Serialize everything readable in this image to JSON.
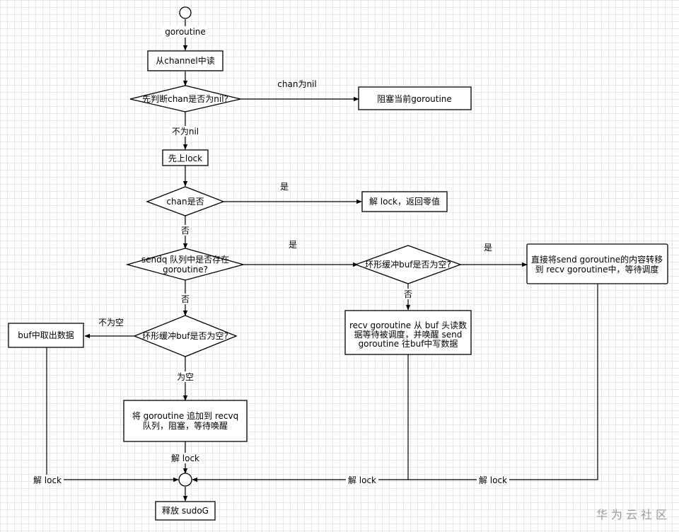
{
  "nodes": {
    "start_label": "goroutine",
    "read_channel": "从channel中读",
    "check_nil": "先判断chan是否为nil?",
    "block_current": "阻塞当前goroutine",
    "lock_first": "先上lock",
    "chan_closed": "chan是否",
    "unlock_return_zero": "解 lock，返回零值",
    "sendq_line1": "sendq 队列中是否存在",
    "sendq_line2": "goroutine?",
    "ring_buf_empty_right": "环形缓冲buf是否为空?",
    "direct_copy_line1": "直接将send goroutine的内容转移",
    "direct_copy_line2": "到 recv goroutine中，等待调度",
    "recv_buf_line1": "recv goroutine 从 buf 头读数",
    "recv_buf_line2": "据等待被调度，并唤醒 send",
    "recv_buf_line3": "goroutine 往buf中写数据",
    "ring_buf_empty_left": "环形缓冲buf是否为空?",
    "buf_take": "buf中取出数据",
    "enqueue_line1": "将 goroutine 追加到 recvq",
    "enqueue_line2": "队列，阻塞，等待唤醒",
    "release_sudog": "释放 sudoG"
  },
  "edges": {
    "chan_nil": "chan为nil",
    "not_nil": "不为nil",
    "yes_closed": "是",
    "no_closed": "否",
    "yes_sendq": "是",
    "no_sendq": "否",
    "yes_empty_right": "是",
    "no_empty_right": "否",
    "not_empty_left": "不为空",
    "empty_left": "为空",
    "unlock_enqueue": "解 lock",
    "unlock_buf": "解 lock",
    "unlock_recv": "解 lock",
    "unlock_direct": "解 lock"
  },
  "watermark": "华为云社区"
}
